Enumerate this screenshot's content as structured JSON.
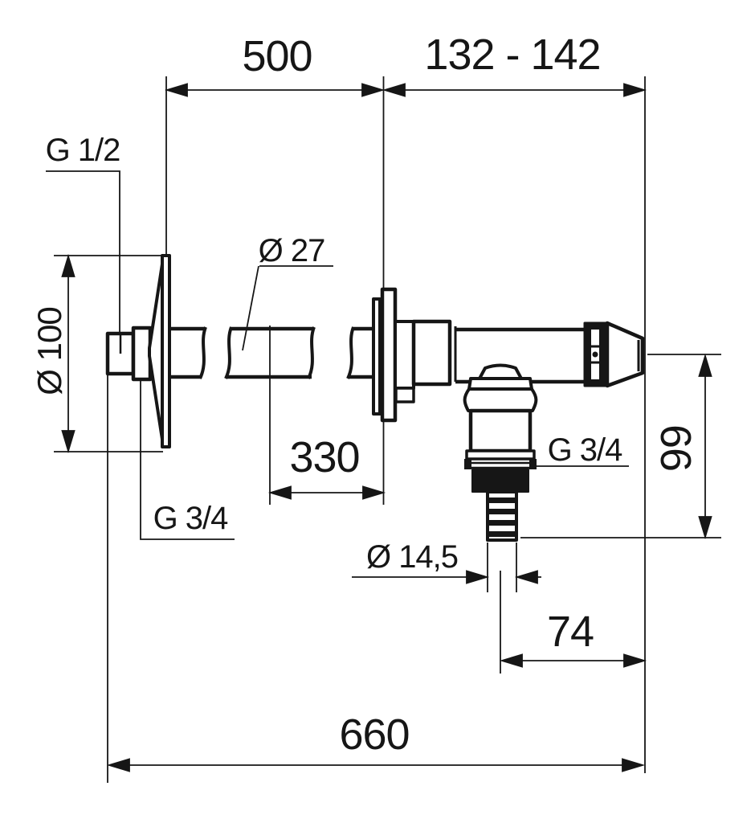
{
  "page": {
    "background": "#ffffff",
    "line_color": "#161616"
  },
  "drawing": {
    "type": "technical-dimension-drawing",
    "subject": "wall-mounted frost-proof outdoor valve, side view with dimensions in mm",
    "dimensions": {
      "d500": "500",
      "d132_142": "132 - 142",
      "d330": "330",
      "d66": "66",
      "d74": "74",
      "d660": "660"
    },
    "labels": {
      "g12": "G 1/2",
      "g34_left": "G 3/4",
      "g34_right": "G 3/4",
      "dia27": "Ø 27",
      "dia100": "Ø 100",
      "dia14_5": "Ø 14,5"
    }
  }
}
